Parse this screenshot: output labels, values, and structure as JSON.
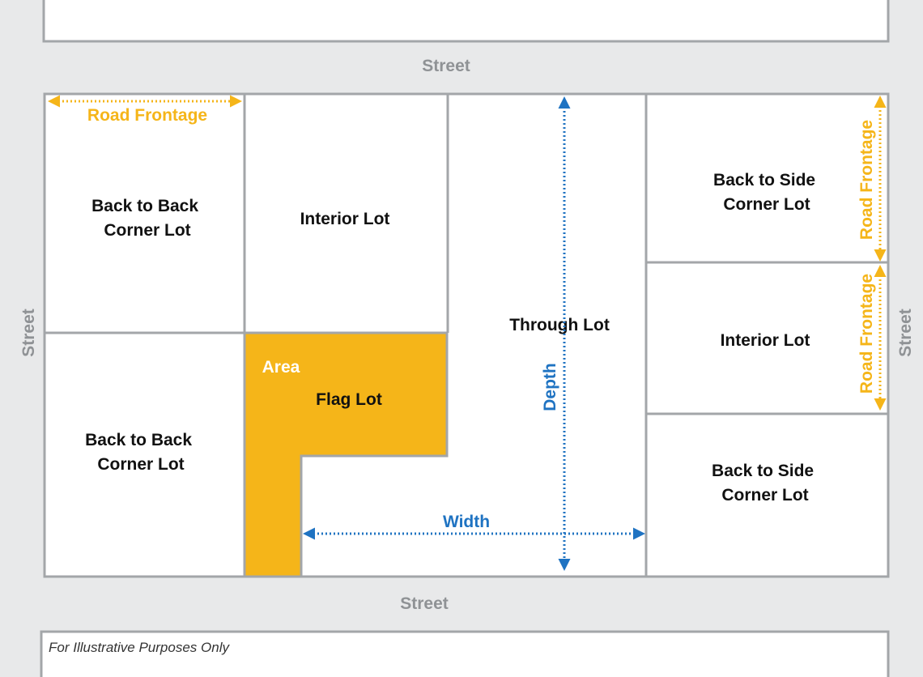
{
  "colors": {
    "background": "#e8e9ea",
    "lot_fill": "#ffffff",
    "lot_border": "#a3a6a9",
    "flag_lot_fill": "#f5b519",
    "street_text": "#8f9295",
    "road_frontage": "#f5b519",
    "dimension_blue": "#1f73c2",
    "area_text": "#ffffff"
  },
  "streets": {
    "top": "Street",
    "bottom": "Street",
    "left": "Street",
    "right": "Street"
  },
  "lots": {
    "back_to_back_top": [
      "Back to Back",
      "Corner Lot"
    ],
    "interior_top": "Interior Lot",
    "flag": "Flag Lot",
    "back_to_back_bottom": [
      "Back to Back",
      "Corner Lot"
    ],
    "through": "Through Lot",
    "back_to_side_top": [
      "Back to Side",
      "Corner Lot"
    ],
    "interior_right": "Interior Lot",
    "back_to_side_bottom": [
      "Back to Side",
      "Corner Lot"
    ]
  },
  "annotations": {
    "road_frontage_top": "Road Frontage",
    "road_frontage_right_upper": "Road Frontage",
    "road_frontage_right_lower": "Road Frontage",
    "area": "Area",
    "depth": "Depth",
    "width": "Width"
  },
  "note": "For Illustrative Purposes Only"
}
